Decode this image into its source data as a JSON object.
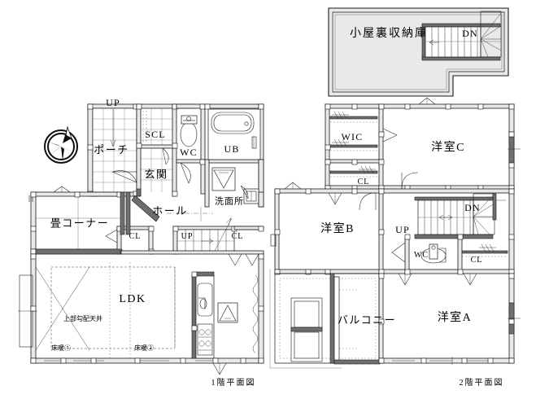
{
  "document": {
    "type": "residential-floor-plan",
    "sheet_width": 675,
    "sheet_height": 506,
    "background_color": "#ffffff",
    "line_color": "#1a1a1a",
    "wall_fill_color": "#e9e9e9",
    "wall_solid_color": "#6f6f6f"
  },
  "captions": {
    "floor1": "1階平面図",
    "floor2": "2階平面図"
  },
  "compass": {
    "name": "north-arrow",
    "label": ""
  },
  "attic": {
    "title": "小屋裏収納庫",
    "stair_direction": "DN"
  },
  "floor1": {
    "rooms": [
      {
        "id": "porch",
        "label": "ポーチ"
      },
      {
        "id": "scl",
        "label": "SCL"
      },
      {
        "id": "genkan",
        "label": "玄関"
      },
      {
        "id": "wc",
        "label": "WC"
      },
      {
        "id": "ub",
        "label": "UB"
      },
      {
        "id": "senmenjo",
        "label": "洗面所"
      },
      {
        "id": "hall",
        "label": "ホール"
      },
      {
        "id": "tatami",
        "label": "畳コーナー"
      },
      {
        "id": "cl-left",
        "label": "CL"
      },
      {
        "id": "cl-right",
        "label": "CL"
      },
      {
        "id": "ldk",
        "label": "LDK"
      }
    ],
    "annotations": [
      {
        "id": "sloped-ceiling",
        "label": "上部勾配天井"
      },
      {
        "id": "floor-heat-1",
        "label": "床暖①"
      },
      {
        "id": "floor-heat-2",
        "label": "床暖②"
      }
    ],
    "stairs": [
      {
        "id": "porch-up",
        "label": "UP"
      },
      {
        "id": "hall-up",
        "label": "UP"
      }
    ]
  },
  "floor2": {
    "rooms": [
      {
        "id": "wic",
        "label": "WIC"
      },
      {
        "id": "cl-wic",
        "label": "CL"
      },
      {
        "id": "room-c",
        "label": "洋室C"
      },
      {
        "id": "room-b",
        "label": "洋室B"
      },
      {
        "id": "room-a",
        "label": "洋室A"
      },
      {
        "id": "balcony",
        "label": "バルコニー"
      },
      {
        "id": "wc2",
        "label": "WC"
      },
      {
        "id": "cl-wc",
        "label": "CL"
      }
    ],
    "stairs": [
      {
        "id": "up-2f",
        "label": "UP"
      },
      {
        "id": "dn-2f",
        "label": "DN"
      }
    ]
  }
}
